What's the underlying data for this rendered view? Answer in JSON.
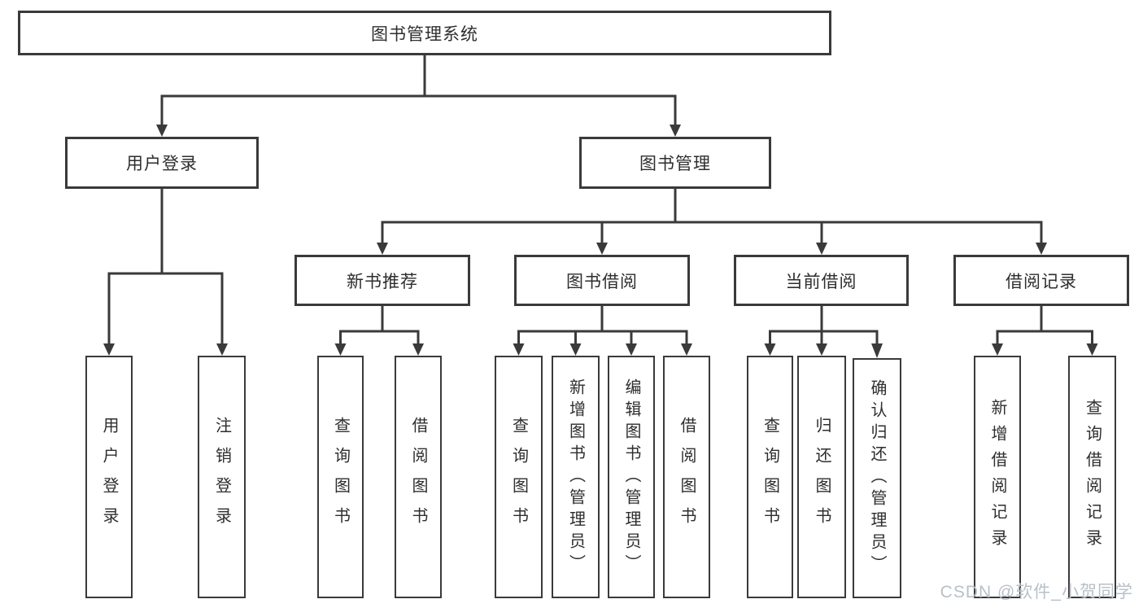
{
  "tree": {
    "root": {
      "label": "图书管理系统",
      "children": [
        {
          "label": "用户登录",
          "children": [
            {
              "label": "用户登录"
            },
            {
              "label": "注销登录"
            }
          ]
        },
        {
          "label": "图书管理",
          "children": [
            {
              "label": "新书推荐",
              "children": [
                {
                  "label": "查询图书"
                },
                {
                  "label": "借阅图书"
                }
              ]
            },
            {
              "label": "图书借阅",
              "children": [
                {
                  "label": "查询图书"
                },
                {
                  "label": "新增图书（管理员）"
                },
                {
                  "label": "编辑图书（管理员）"
                },
                {
                  "label": "借阅图书"
                }
              ]
            },
            {
              "label": "当前借阅",
              "children": [
                {
                  "label": "查询图书"
                },
                {
                  "label": "归还图书"
                },
                {
                  "label": "确认归还（管理员）"
                }
              ]
            },
            {
              "label": "借阅记录",
              "children": [
                {
                  "label": "新增借阅记录"
                },
                {
                  "label": "查询借阅记录"
                }
              ]
            }
          ]
        }
      ]
    }
  },
  "watermark": {
    "text": "CSDN @软件_小贺同学",
    "color": "#b9c0c8"
  },
  "colors": {
    "line": "#3a3a3a",
    "text": "#2e2e2e",
    "background": "#ffffff"
  }
}
